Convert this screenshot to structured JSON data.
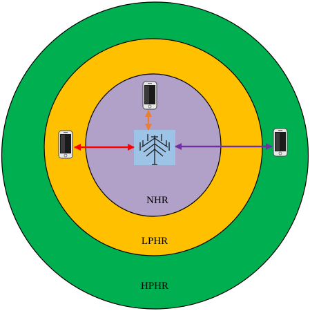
{
  "regions": {
    "outer": {
      "label": "HPHR",
      "color": "#00b050"
    },
    "middle": {
      "label": "LPHR",
      "color": "#ffc000"
    },
    "inner": {
      "label": "NHR",
      "color": "#b1a0c7"
    }
  },
  "colors": {
    "outline": "#000000",
    "arrow_red": "#ff0000",
    "arrow_orange": "#ed7d31",
    "arrow_purple": "#7030a0",
    "tower_bg": "#9dc3e6"
  },
  "icons": {
    "tower": "cell-tower-icon",
    "phone": "smartphone-icon"
  }
}
